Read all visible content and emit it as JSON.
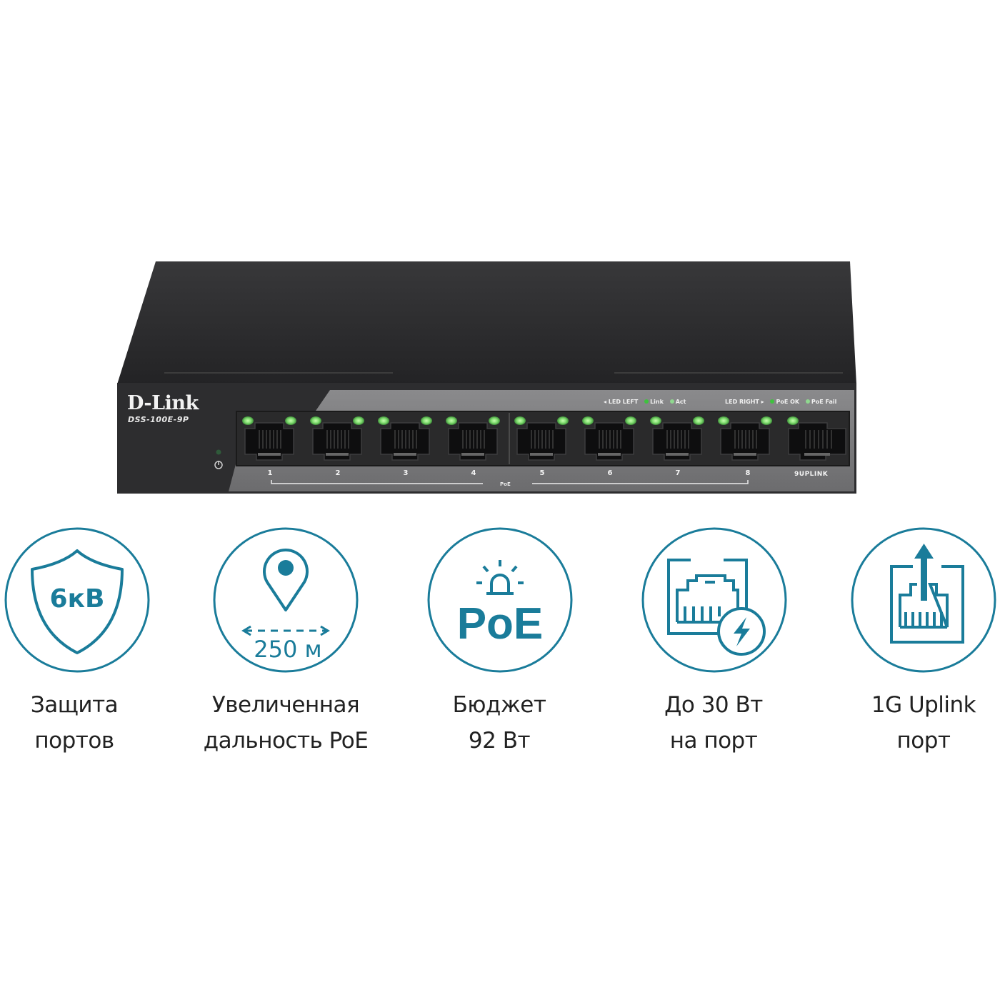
{
  "product": {
    "brand": "D-Link",
    "model": "DSS-100E-9P",
    "body_color": "#2b2b2d",
    "front_panel_color": "#7a7a7c",
    "led_color": "#7ee06a",
    "led_legend": {
      "left_label": "◂ LED LEFT",
      "left_items": [
        {
          "label": "Link",
          "color": "#3ec23e"
        },
        {
          "label": "Act",
          "color": "#8fd88f"
        }
      ],
      "right_label": "LED RIGHT ▸",
      "right_items": [
        {
          "label": "PoE OK",
          "color": "#3ec23e"
        },
        {
          "label": "PoE Fail",
          "color": "#8fd88f"
        }
      ]
    },
    "ports": [
      {
        "number": "1"
      },
      {
        "number": "2"
      },
      {
        "number": "3"
      },
      {
        "number": "4"
      },
      {
        "number": "5"
      },
      {
        "number": "6"
      },
      {
        "number": "7"
      },
      {
        "number": "8"
      }
    ],
    "uplink_port_label": "9UPLINK",
    "poe_group_label": "PoE"
  },
  "accent_color": "#1a7c9a",
  "features": [
    {
      "icon": "shield-icon",
      "icon_text": "6кВ",
      "line1": "Защита",
      "line2": "портов"
    },
    {
      "icon": "location-distance-icon",
      "icon_text": "250 м",
      "line1": "Увеличенная",
      "line2": "дальность PoE"
    },
    {
      "icon": "poe-alarm-icon",
      "icon_text": "PoE",
      "line1": "Бюджет",
      "line2": "92 Вт"
    },
    {
      "icon": "ethernet-power-icon",
      "icon_text": "",
      "line1": "До 30 Вт",
      "line2": "на порт"
    },
    {
      "icon": "ethernet-uplink-icon",
      "icon_text": "",
      "line1": "1G Uplink",
      "line2": "порт"
    }
  ]
}
